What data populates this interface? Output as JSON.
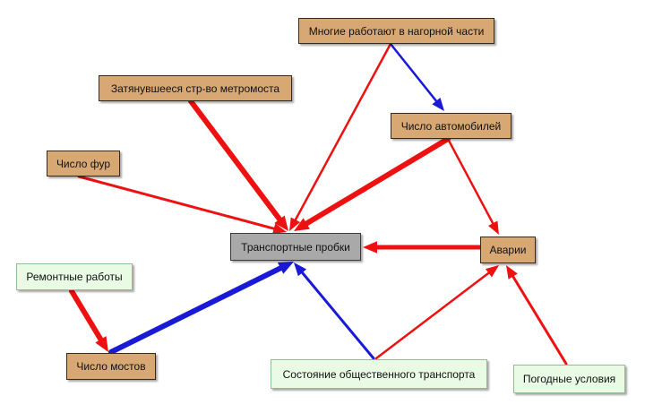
{
  "nodes": {
    "mnogie": {
      "label": "Многие работают в нагорной части"
    },
    "metromost": {
      "label": "Затянувшееся стр-во метромоста"
    },
    "avto": {
      "label": "Число автомобилей"
    },
    "fury": {
      "label": "Число фур"
    },
    "probki": {
      "label": "Транспортные пробки"
    },
    "avarii": {
      "label": "Аварии"
    },
    "remont": {
      "label": "Ремонтные работы"
    },
    "mosty": {
      "label": "Число мостов"
    },
    "obshtrans": {
      "label": "Состояние общественного транспорта"
    },
    "pogoda": {
      "label": "Погодные условия"
    }
  },
  "edges": [
    {
      "from": "mnogie",
      "to": "probki",
      "polarity": "positive"
    },
    {
      "from": "mnogie",
      "to": "avto",
      "polarity": "negative"
    },
    {
      "from": "metromost",
      "to": "probki",
      "polarity": "positive"
    },
    {
      "from": "fury",
      "to": "probki",
      "polarity": "positive"
    },
    {
      "from": "avto",
      "to": "probki",
      "polarity": "positive"
    },
    {
      "from": "avto",
      "to": "avarii",
      "polarity": "positive"
    },
    {
      "from": "avarii",
      "to": "probki",
      "polarity": "positive"
    },
    {
      "from": "remont",
      "to": "mosty",
      "polarity": "positive"
    },
    {
      "from": "mosty",
      "to": "probki",
      "polarity": "negative"
    },
    {
      "from": "obshtrans",
      "to": "probki",
      "polarity": "negative"
    },
    {
      "from": "obshtrans",
      "to": "avarii",
      "polarity": "positive"
    },
    {
      "from": "pogoda",
      "to": "avarii",
      "polarity": "positive"
    }
  ],
  "colors": {
    "positive": "#ee1111",
    "negative": "#1a1ad6",
    "node_tan": "#d8a874",
    "node_gray": "#a9a9a9",
    "node_green": "#e9fbe5"
  }
}
